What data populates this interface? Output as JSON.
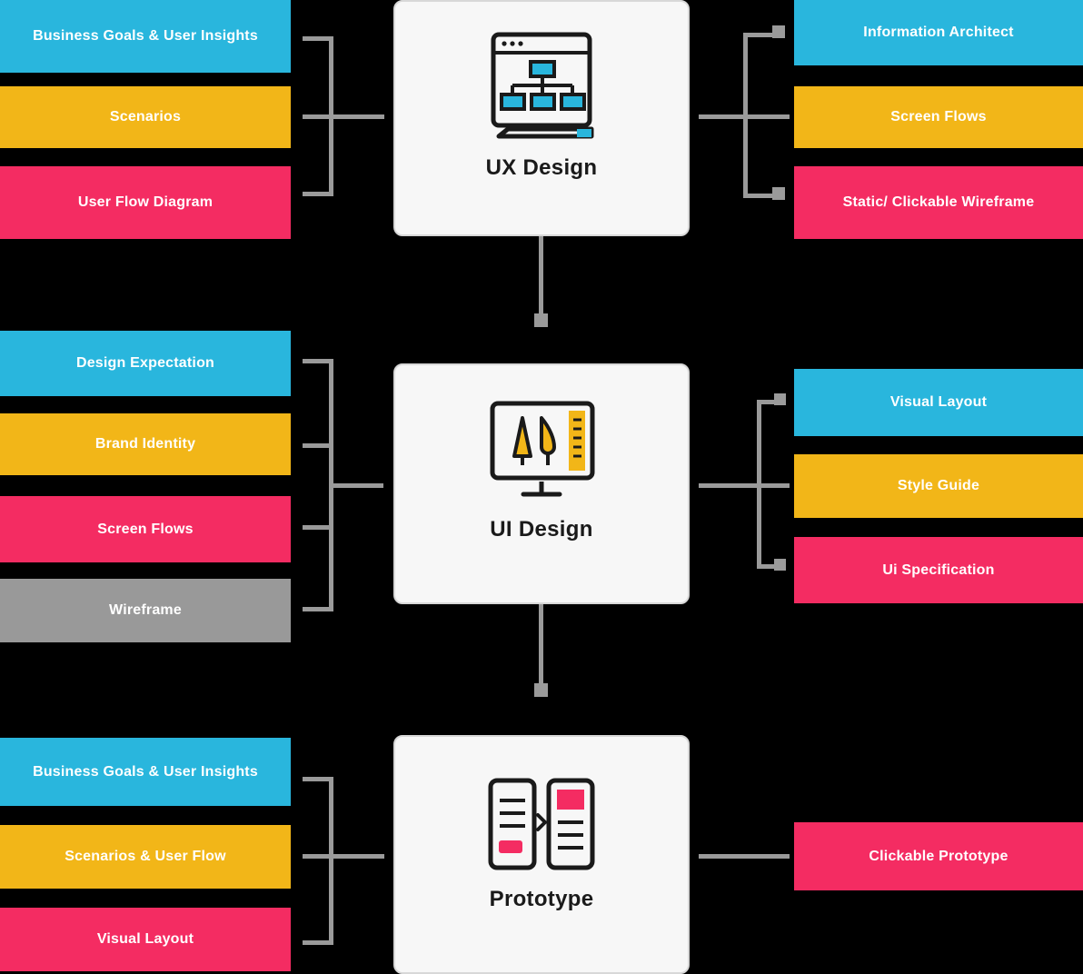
{
  "diagram": {
    "title_hidden": "",
    "colors": {
      "blue": "#29b6dd",
      "yellow": "#f2b618",
      "pink": "#f42c62",
      "gray": "#999999",
      "card_bg": "#f7f7f7",
      "card_border": "#d8d8d8",
      "connector": "#9a9a9a",
      "background": "#000000"
    },
    "stages": [
      {
        "id": "ux-design",
        "title": "UX Design",
        "icon": "wireframe-browser-icon",
        "inputs": [
          {
            "label": "Business Goals & User Insights",
            "color": "blue"
          },
          {
            "label": "Scenarios",
            "color": "yellow"
          },
          {
            "label": "User Flow Diagram",
            "color": "pink"
          }
        ],
        "outputs": [
          {
            "label": "Information Architect",
            "color": "blue"
          },
          {
            "label": "Screen Flows",
            "color": "yellow"
          },
          {
            "label": "Static/ Clickable Wireframe",
            "color": "pink"
          }
        ]
      },
      {
        "id": "ui-design",
        "title": "UI Design",
        "icon": "monitor-design-icon",
        "inputs": [
          {
            "label": "Design Expectation",
            "color": "blue"
          },
          {
            "label": "Brand Identity",
            "color": "yellow"
          },
          {
            "label": "Screen Flows",
            "color": "pink"
          },
          {
            "label": "Wireframe",
            "color": "gray"
          }
        ],
        "outputs": [
          {
            "label": "Visual Layout",
            "color": "blue"
          },
          {
            "label": "Style Guide",
            "color": "yellow"
          },
          {
            "label": "Ui Specification",
            "color": "pink"
          }
        ]
      },
      {
        "id": "prototype",
        "title": "Prototype",
        "icon": "screens-prototype-icon",
        "inputs": [
          {
            "label": "Business Goals & User Insights",
            "color": "blue"
          },
          {
            "label": "Scenarios & User Flow",
            "color": "yellow"
          },
          {
            "label": "Visual Layout",
            "color": "pink"
          }
        ],
        "outputs": [
          {
            "label": "Clickable Prototype",
            "color": "pink"
          }
        ]
      }
    ]
  }
}
